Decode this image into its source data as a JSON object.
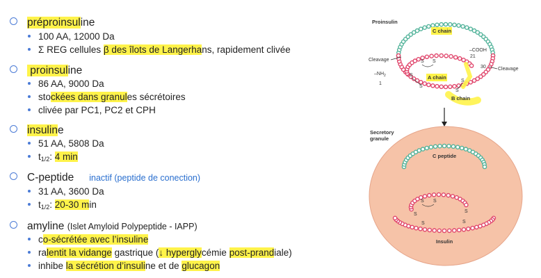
{
  "outline": [
    {
      "title_parts": [
        {
          "text": "préproinsul",
          "hl": true
        },
        {
          "text": "ine",
          "hl": false
        }
      ],
      "bullets": [
        [
          {
            "text": "100 AA, 12000 Da",
            "hl": false
          }
        ],
        [
          {
            "text": "Σ REG cellules ",
            "hl": false
          },
          {
            "text": "β des îlots de Langerha",
            "hl": true
          },
          {
            "text": "ns, rapidement clivée",
            "hl": false
          }
        ]
      ]
    },
    {
      "title_parts": [
        {
          "text": " proinsul",
          "hl": true
        },
        {
          "text": "ine",
          "hl": false
        }
      ],
      "bullets": [
        [
          {
            "text": "86 AA, 9000 Da",
            "hl": false
          }
        ],
        [
          {
            "text": "sto",
            "hl": false
          },
          {
            "text": "ckées dans granul",
            "hl": true
          },
          {
            "text": "es sécrétoires",
            "hl": false
          }
        ],
        [
          {
            "text": "clivée par PC1, PC2 et CPH",
            "hl": false
          }
        ]
      ]
    },
    {
      "title_parts": [
        {
          "text": "insulin",
          "hl": true
        },
        {
          "text": "e",
          "hl": false
        }
      ],
      "bullets": [
        [
          {
            "text": "51 AA, 5808 Da",
            "hl": false
          }
        ],
        [
          {
            "text": "t",
            "hl": false
          },
          {
            "text": "1/2",
            "sub": true
          },
          {
            "text": ": ",
            "hl": false
          },
          {
            "text": "4 min",
            "hl": true
          }
        ]
      ]
    },
    {
      "title_parts": [
        {
          "text": "C-peptide",
          "hl": false
        }
      ],
      "note": "inactif (peptide de conection)",
      "bullets": [
        [
          {
            "text": "31 AA, 3600 Da",
            "hl": false
          }
        ],
        [
          {
            "text": "t",
            "hl": false
          },
          {
            "text": "1/2",
            "sub": true
          },
          {
            "text": ": ",
            "hl": false
          },
          {
            "text": "20-30 m",
            "hl": true
          },
          {
            "text": "in",
            "hl": false
          }
        ]
      ]
    },
    {
      "title_parts": [
        {
          "text": "amyline ",
          "hl": false
        },
        {
          "text": "(Islet Amyloid Polypeptide - IAPP)",
          "hl": false,
          "small": true
        }
      ],
      "bullets": [
        [
          {
            "text": "c",
            "hl": false
          },
          {
            "text": "o-sécrétée avec l’insuline",
            "hl": true
          }
        ],
        [
          {
            "text": "ra",
            "hl": false
          },
          {
            "text": "lentit la vidange",
            "hl": true
          },
          {
            "text": " gastrique (",
            "hl": false
          },
          {
            "text": "↓ hypergly",
            "hl": true
          },
          {
            "text": "cémie ",
            "hl": false
          },
          {
            "text": "post-prand",
            "hl": true
          },
          {
            "text": "iale)",
            "hl": false
          }
        ],
        [
          {
            "text": "inhibe ",
            "hl": false
          },
          {
            "text": "la sécrétion d’insuli",
            "hl": true
          },
          {
            "text": "ne et de ",
            "hl": false
          },
          {
            "text": "glucagon",
            "hl": true
          }
        ]
      ]
    }
  ],
  "diagram": {
    "proinsulin_title": "Proinsulin",
    "c_chain": "C chain",
    "cooh": "–COOH",
    "num_21": "21",
    "num_30": "30",
    "cleavage_left": "Cleavage",
    "cleavage_right": "Cleavage",
    "nh2": "–NH",
    "nh2_sub": "2",
    "num_1": "1",
    "a_chain": "A chain",
    "b_chain": "B chain",
    "s": "S",
    "granule_title_1": "Secretory",
    "granule_title_2": "granule",
    "c_peptide": "C peptide",
    "insulin": "Insulin",
    "colors": {
      "highlight": "#fff34a",
      "c_chain": "#52b39a",
      "ab_chain": "#e0456b",
      "granule": "#f6c3a8",
      "accent": "#4b7bd6"
    }
  }
}
